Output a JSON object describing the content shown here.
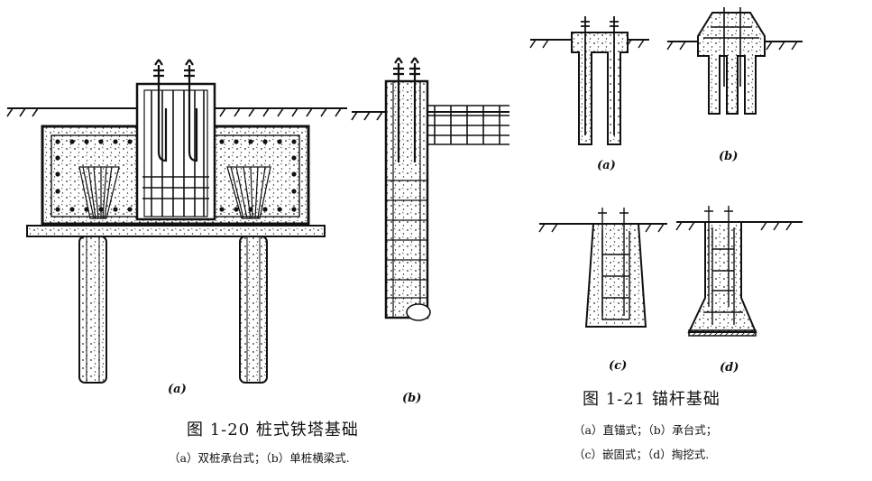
{
  "figure_1_20": {
    "label_a": "(a)",
    "label_b": "(b)",
    "title": "图 1-20   桩式铁塔基础",
    "subtitle": "（a）双桩承台式；（b）单桩横梁式."
  },
  "figure_1_21": {
    "label_a": "(a)",
    "label_b": "(b)",
    "label_c": "(c)",
    "label_d": "(d)",
    "title": "图 1-21   锚杆基础",
    "subtitle_line1": "（a）直锚式；（b）承台式；",
    "subtitle_line2": "（c）嵌固式；（d）掏挖式."
  }
}
